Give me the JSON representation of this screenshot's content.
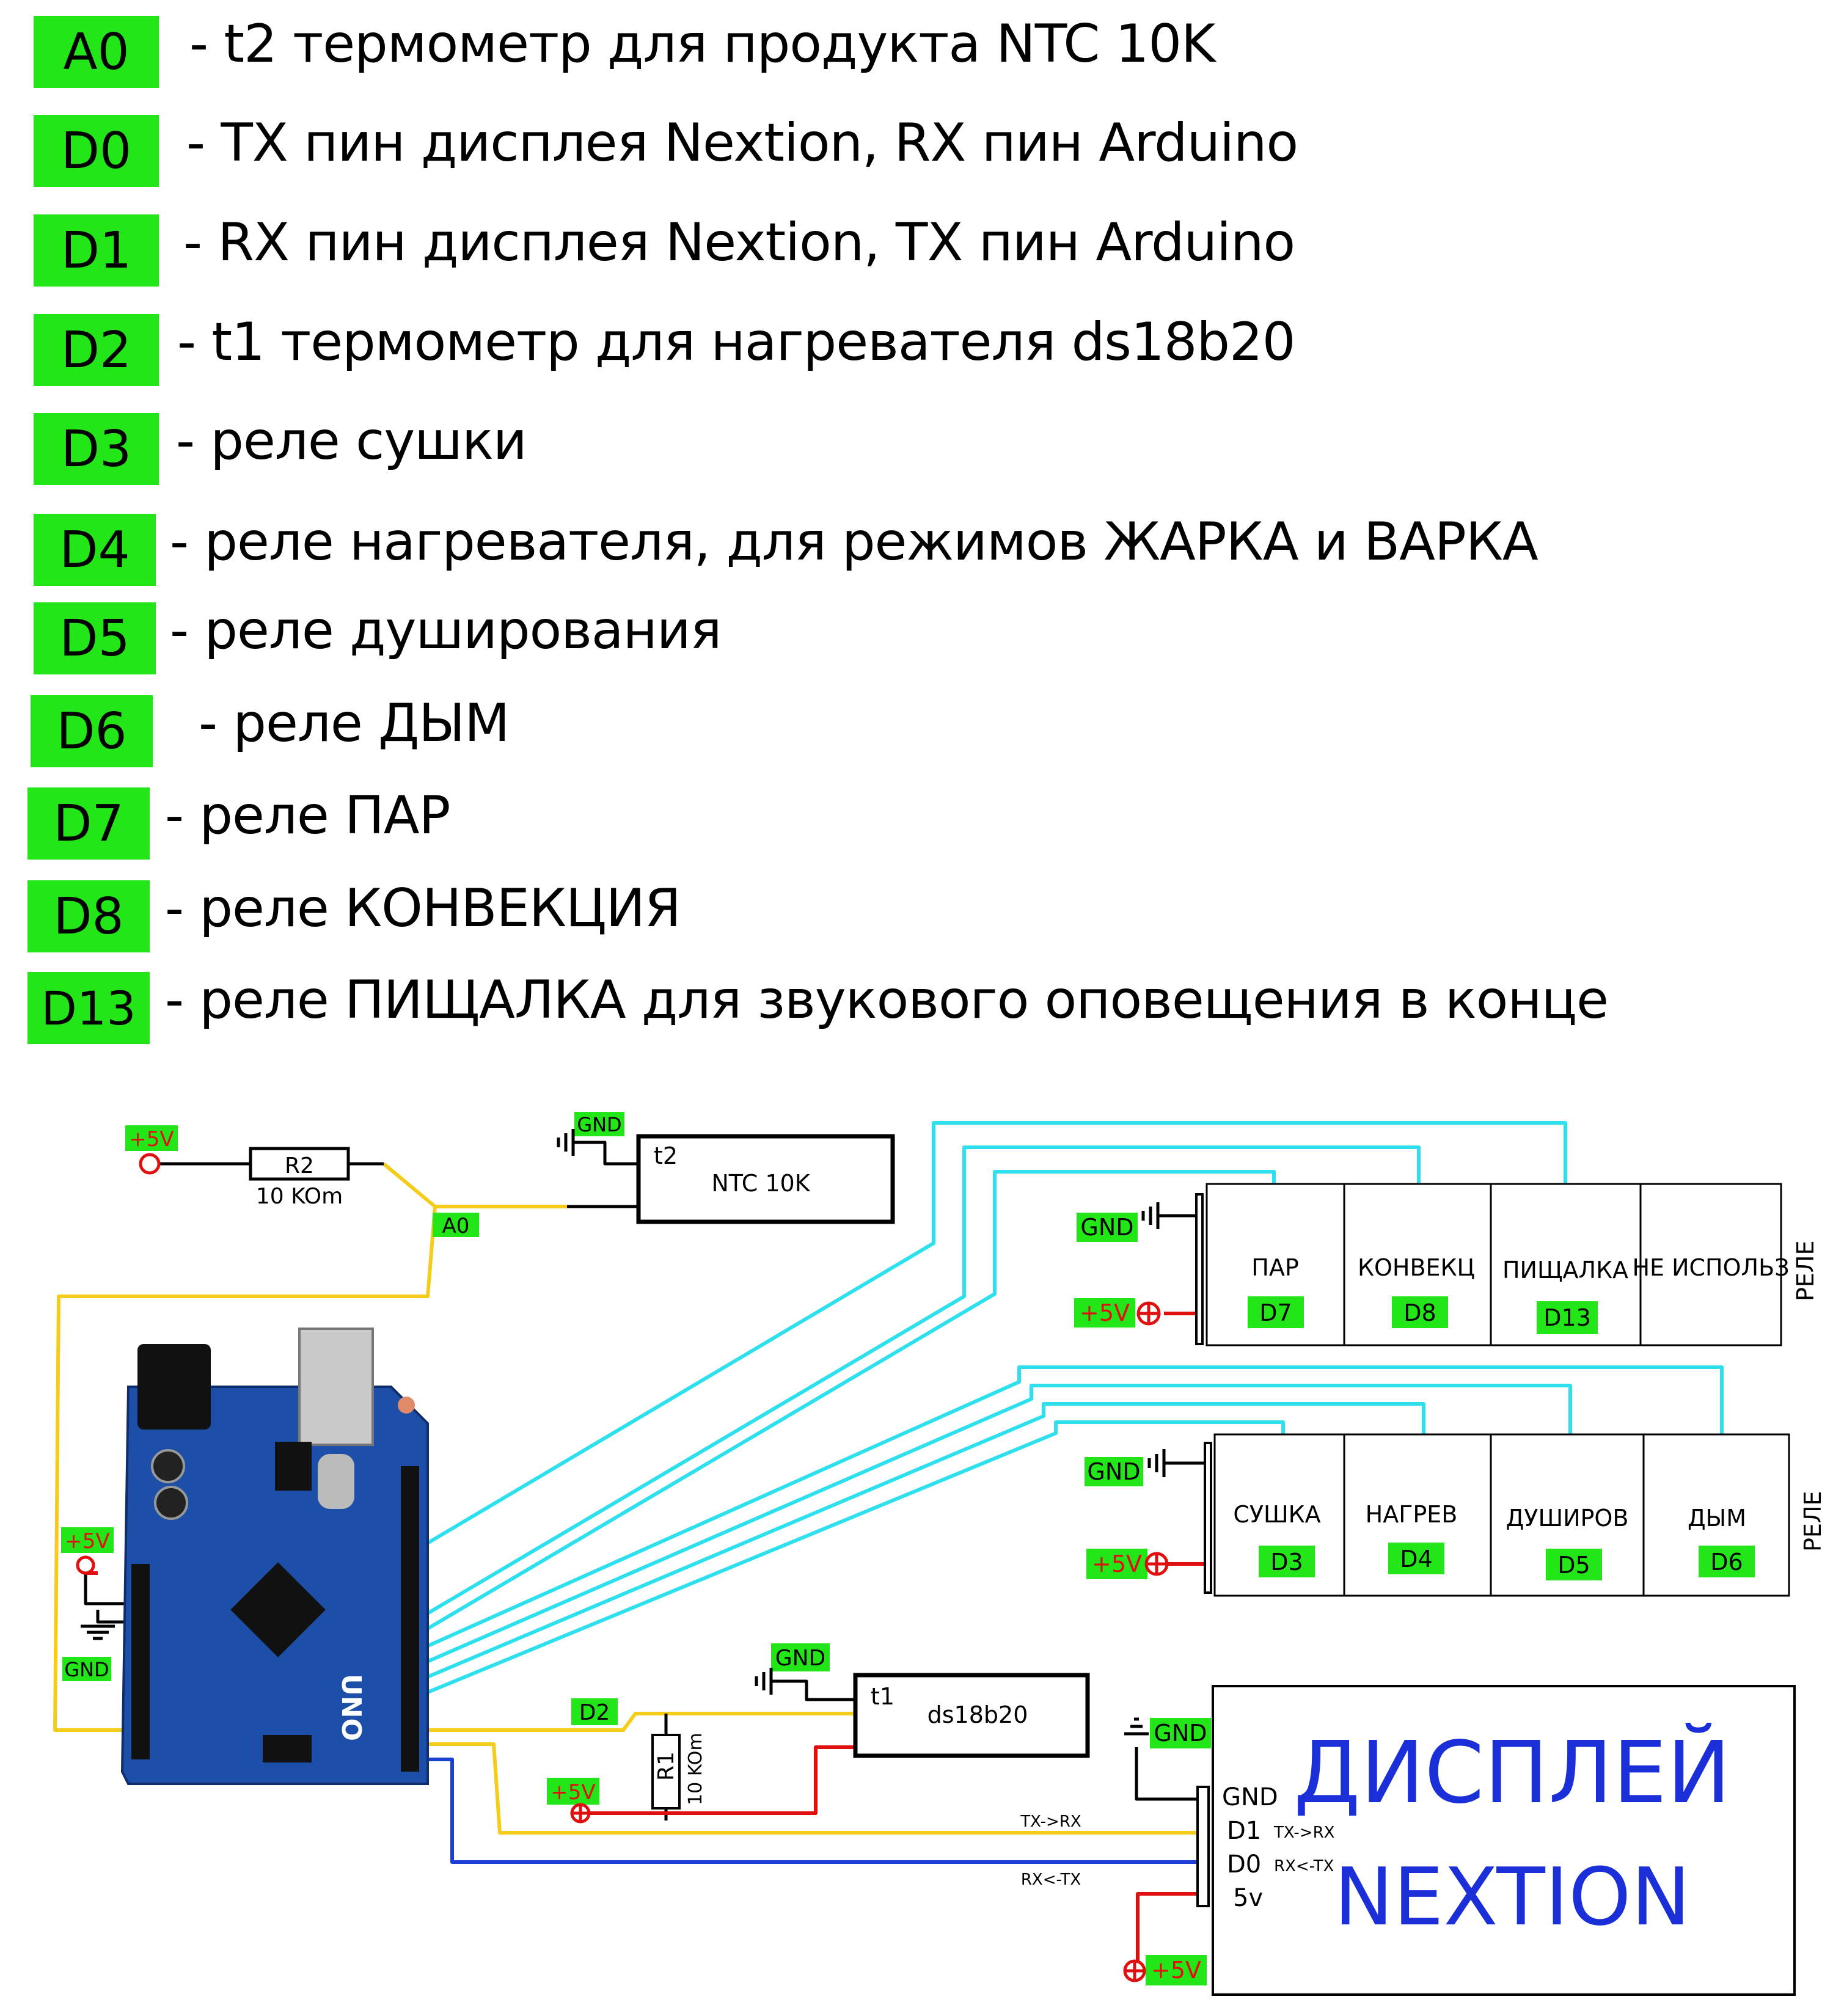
{
  "legend": [
    {
      "pin": "A0",
      "text": "- t2 термометр для продукта NTC 10K"
    },
    {
      "pin": "D0",
      "text": "- TX пин дисплея Nextion, RX пин Arduino"
    },
    {
      "pin": "D1",
      "text": "- RX пин дисплея Nextion, TX пин Arduino"
    },
    {
      "pin": "D2",
      "text": "- t1 термометр для нагревателя ds18b20"
    },
    {
      "pin": "D3",
      "text": "- реле сушки"
    },
    {
      "pin": "D4",
      "text": "- реле нагревателя, для режимов ЖАРКА и ВАРКА"
    },
    {
      "pin": "D5",
      "text": "- реле душирования"
    },
    {
      "pin": "D6",
      "text": "- реле ДЫМ"
    },
    {
      "pin": "D7",
      "text": "- реле ПАР"
    },
    {
      "pin": "D8",
      "text": "- реле КОНВЕКЦИЯ"
    },
    {
      "pin": "D13",
      "text": "- реле ПИЩАЛКА для звукового оповещения в конце"
    }
  ],
  "schematic": {
    "plus5v": "+5V",
    "gnd": "GND",
    "r2": {
      "name": "R2",
      "value": "10 KOm"
    },
    "r1": {
      "name": "R1",
      "value": "10 KOm"
    },
    "a0_tag": "A0",
    "d2_tag": "D2",
    "ntc": {
      "label": "t2",
      "name": "NTC 10K"
    },
    "ds18b20": {
      "label": "t1",
      "name": "ds18b20"
    },
    "relay_label": "РЕЛЕ",
    "relay1": [
      {
        "name": "ПАР",
        "pin": "D7"
      },
      {
        "name": "КОНВЕКЦ",
        "pin": "D8"
      },
      {
        "name": "ПИЩАЛКА",
        "pin": "D13"
      },
      {
        "name": "НЕ ИСПОЛЬЗ",
        "pin": ""
      }
    ],
    "relay2": [
      {
        "name": "СУШКА",
        "pin": "D3"
      },
      {
        "name": "НАГРЕВ",
        "pin": "D4"
      },
      {
        "name": "ДУШИРОВ",
        "pin": "D5"
      },
      {
        "name": "ДЫМ",
        "pin": "D6"
      }
    ],
    "display": {
      "title_line1": "ДИСПЛЕЙ",
      "title_line2": "NEXTION",
      "pins": [
        "GND",
        "D1",
        "D0",
        "5v"
      ],
      "d1_note": "TX->RX",
      "d0_note": "RX<-TX",
      "wire_tx": "TX->RX",
      "wire_rx": "RX<-TX"
    },
    "arduino": {
      "model": "UNO"
    },
    "colors": {
      "badge": "#22e617",
      "wire_cyan": "#2ee0ee",
      "wire_yellow": "#f5cc1a",
      "wire_blue": "#1a3fd6",
      "wire_red": "#e01010",
      "display_text": "#1a2fd8",
      "board": "#1d4fa8"
    }
  }
}
